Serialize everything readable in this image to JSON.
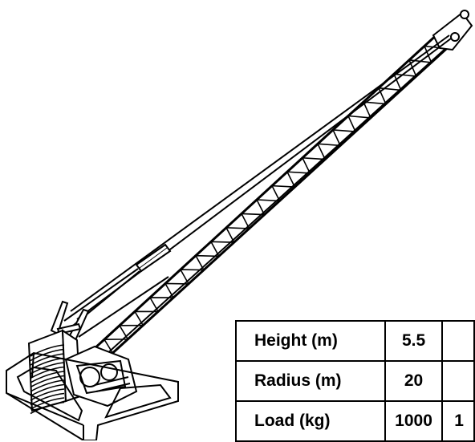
{
  "table": {
    "rows": [
      {
        "label": "Height (m)",
        "value": "5.5",
        "extra": ""
      },
      {
        "label": "Radius (m)",
        "value": "20",
        "extra": ""
      },
      {
        "label": "Load (kg)",
        "value": "1000",
        "extra": "1"
      }
    ]
  }
}
